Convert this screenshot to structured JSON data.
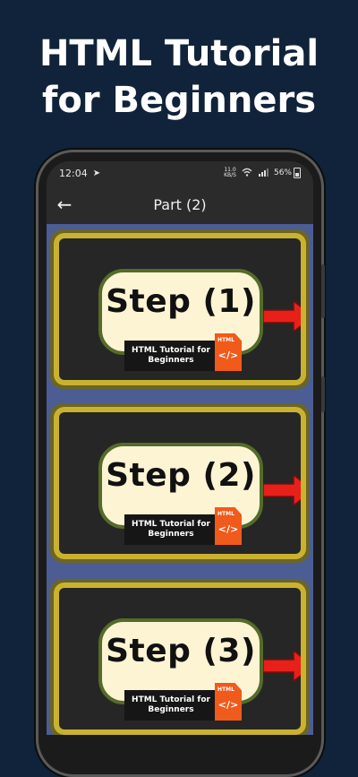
{
  "promo": {
    "title_line1": "HTML Tutorial",
    "title_line2": "for Beginners"
  },
  "status_bar": {
    "time": "12:04",
    "speed_value": "11.0",
    "speed_unit": "KB/S",
    "battery": "56%"
  },
  "app_bar": {
    "back_icon": "arrow-left-icon",
    "title": "Part (2)"
  },
  "cards": [
    {
      "step": "Step (1)",
      "tag": "HTML Tutorial for Beginners",
      "file_label": "HTML",
      "code_glyph": "</>"
    },
    {
      "step": "Step (2)",
      "tag": "HTML Tutorial for Beginners",
      "file_label": "HTML",
      "code_glyph": "</>"
    },
    {
      "step": "Step (3)",
      "tag": "HTML Tutorial for Beginners",
      "file_label": "HTML",
      "code_glyph": "</>"
    }
  ],
  "colors": {
    "background": "#10233a",
    "list_background": "#4b5d93",
    "card_border": "#cab231",
    "arrow": "#e8201a",
    "html_badge": "#f05a1b"
  }
}
